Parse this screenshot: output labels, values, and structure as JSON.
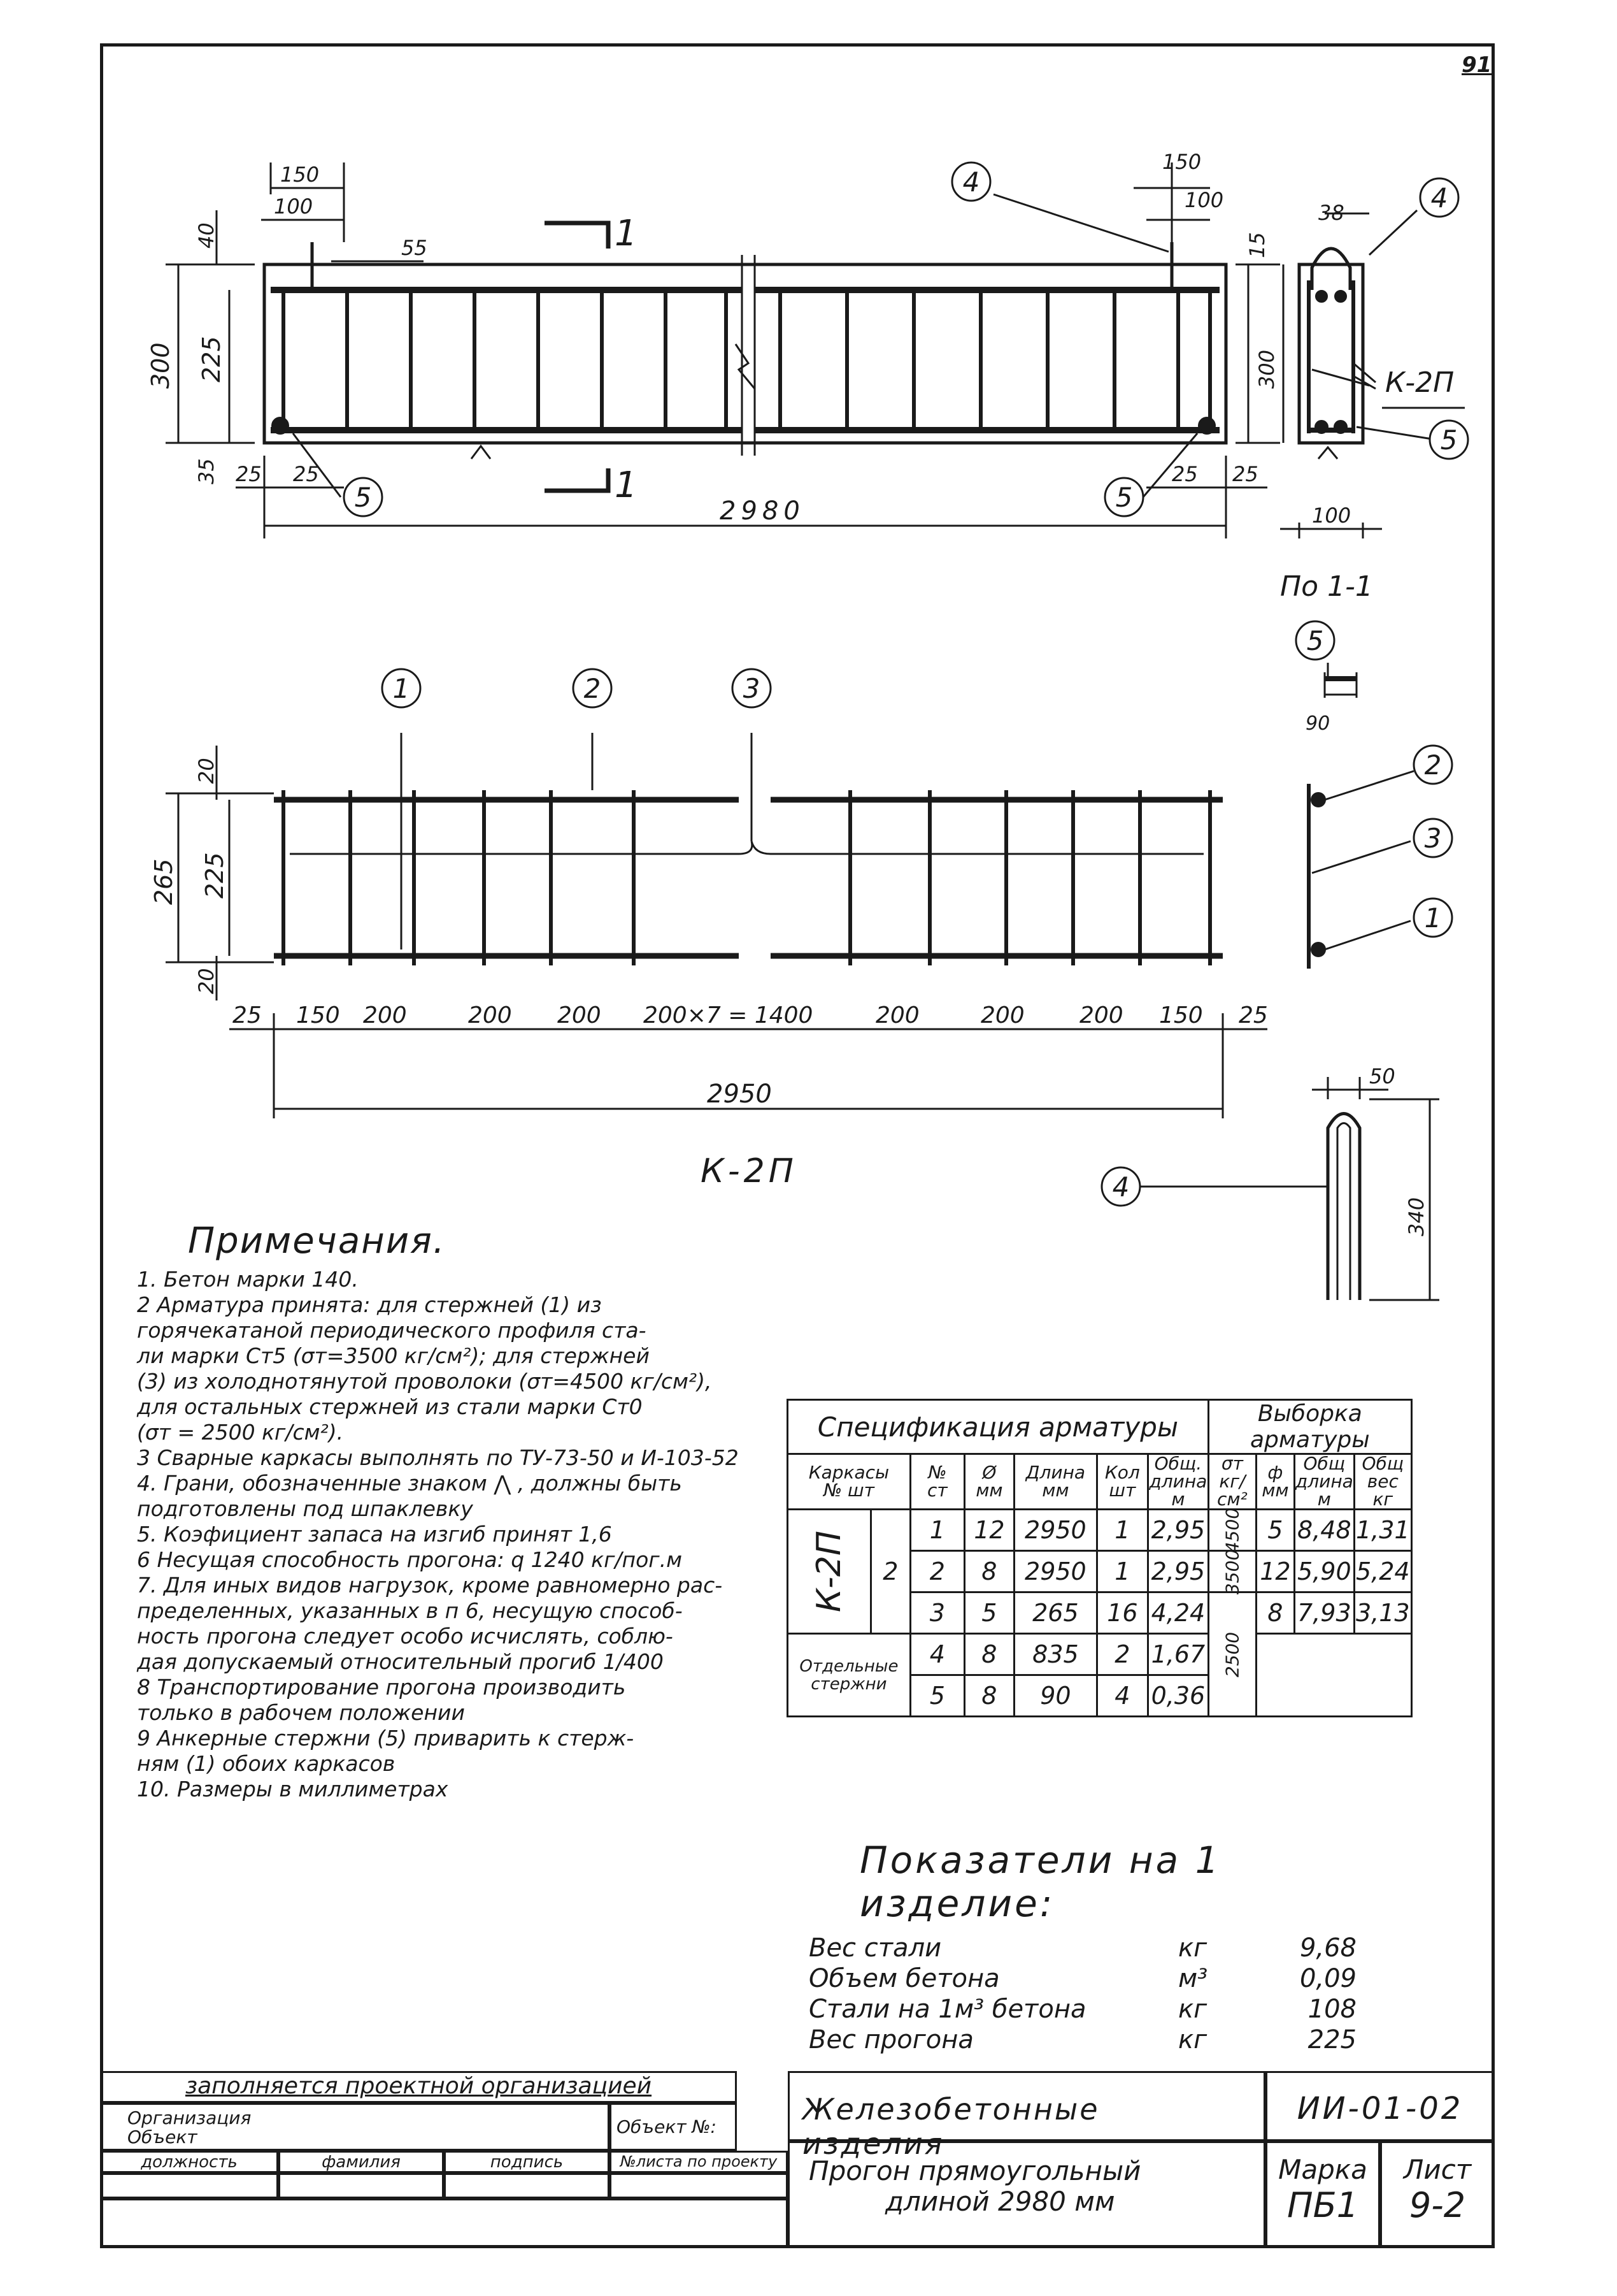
{
  "page_number": "91",
  "view_labels": {
    "section_mark": "1",
    "section_view": "По 1-1",
    "frame_name": "К-2П",
    "frame_label_right": "К-2П"
  },
  "callouts": [
    "1",
    "2",
    "3",
    "4",
    "5"
  ],
  "dimensions_top": {
    "d150_left": "150",
    "d100_left": "100",
    "d55": "55",
    "d40": "40",
    "d300_left": "300",
    "d225_left": "225",
    "d35": "35",
    "d25a": "25",
    "d25b": "25",
    "d2980": "2980",
    "d150_right": "150",
    "d100_right": "100",
    "d15": "15",
    "d25c": "25",
    "d25d": "25",
    "d38": "38",
    "d300_section": "300",
    "d100_section": "100",
    "d90": "90"
  },
  "dimensions_frame": {
    "d20_top": "20",
    "d265": "265",
    "d225": "225",
    "d20_bot": "20",
    "chain": [
      "25",
      "150",
      "200",
      "200",
      "200",
      "200×7 = 1400",
      "200",
      "200",
      "200",
      "150",
      "25"
    ],
    "d2950": "2950",
    "d50": "50",
    "d340": "340"
  },
  "notes": {
    "title": "Примечания.",
    "items": [
      "1. Бетон марки 140.",
      "2 Арматура принята: для стержней (1) из",
      "горячекатаной периодического профиля ста-",
      "ли марки Ст5 (σт=3500 кг/см²); для стержней",
      "(3) из холоднотянутой проволоки (σт=4500 кг/см²),",
      "для остальных стержней из стали марки Ст0",
      "(σт = 2500 кг/см²).",
      "3 Сварные каркасы выполнять по ТУ-73-50 и И-103-52",
      "4. Грани, обозначенные знаком ⋀ , должны быть",
      "подготовлены под шпаклевку",
      "5. Коэфициент запаса на изгиб принят 1,6",
      "6 Несущая способность прогона: q 1240 кг/пог.м",
      "7. Для иных видов нагрузок, кроме равномерно рас-",
      "пределенных, указанных в п 6, несущую способ-",
      "ность прогона следует особо исчислять, соблю-",
      "дая допускаемый относительный прогиб 1/400",
      "8 Транспортирование прогона производить",
      "только в рабочем положении",
      "9 Анкерные стержни (5) приварить к стерж-",
      "ням (1) обоих каркасов",
      "10. Размеры в миллиметрах"
    ]
  },
  "spec": {
    "title": "Спецификация арматуры",
    "title2": "Выборка арматуры",
    "headers": {
      "frames": "Каркасы",
      "no": "№",
      "pcs": "шт",
      "bar_no": "№",
      "bar_no2": "ст",
      "dia": "Ø",
      "dia_unit": "мм",
      "length": "Длина",
      "length_unit": "мм",
      "qty": "Кол",
      "qty_unit": "шт",
      "total": "Общ. длина",
      "total_unit": "м",
      "sigma": "σт",
      "sigma_unit": "кг/см²",
      "dia2": "ф",
      "dia2_unit": "мм",
      "tot_len": "Общ длина",
      "tot_len_unit": "м",
      "tot_wt": "Общ вес",
      "tot_wt_unit": "кг"
    },
    "frame_mark": "К-2П",
    "frame_pcs": "2",
    "separate": "Отдельные стержни",
    "rows": [
      {
        "no": "1",
        "d": "12",
        "len": "2950",
        "qty": "1",
        "total": "2,95"
      },
      {
        "no": "2",
        "d": "8",
        "len": "2950",
        "qty": "1",
        "total": "2,95"
      },
      {
        "no": "3",
        "d": "5",
        "len": "265",
        "qty": "16",
        "total": "4,24"
      },
      {
        "no": "4",
        "d": "8",
        "len": "835",
        "qty": "2",
        "total": "1,67"
      },
      {
        "no": "5",
        "d": "8",
        "len": "90",
        "qty": "4",
        "total": "0,36"
      }
    ],
    "selection": [
      {
        "sigma": "4500",
        "d": "5",
        "len": "8,48",
        "wt": "1,31"
      },
      {
        "sigma": "3500",
        "d": "12",
        "len": "5,90",
        "wt": "5,24"
      },
      {
        "sigma": "2500",
        "d": "8",
        "len": "7,93",
        "wt": "3,13"
      }
    ]
  },
  "indicators": {
    "title": "Показатели на 1 изделие:",
    "rows": [
      {
        "name": "Вес стали",
        "unit": "кг",
        "value": "9,68"
      },
      {
        "name": "Объем бетона",
        "unit": "м³",
        "value": "0,09"
      },
      {
        "name": "Стали на 1м³ бетона",
        "unit": "кг",
        "value": "108"
      },
      {
        "name": "Вес прогона",
        "unit": "кг",
        "value": "225"
      }
    ]
  },
  "stamp": {
    "filled_by": "заполняется проектной организацией",
    "org": "Организация",
    "object": "Объект",
    "object_no": "Объект №:",
    "position": "должность",
    "surname": "фамилия",
    "signature": "подпись",
    "sheet_no": "№листа по проекту",
    "product_type": "Железобетонные изделия",
    "series": "ИИ-01-02",
    "product_name_1": "Прогон прямоугольный",
    "product_name_2": "длиной 2980 мм",
    "mark_label": "Марка",
    "mark_value": "ПБ1",
    "sheet_label": "Лист",
    "sheet_value": "9-2"
  }
}
